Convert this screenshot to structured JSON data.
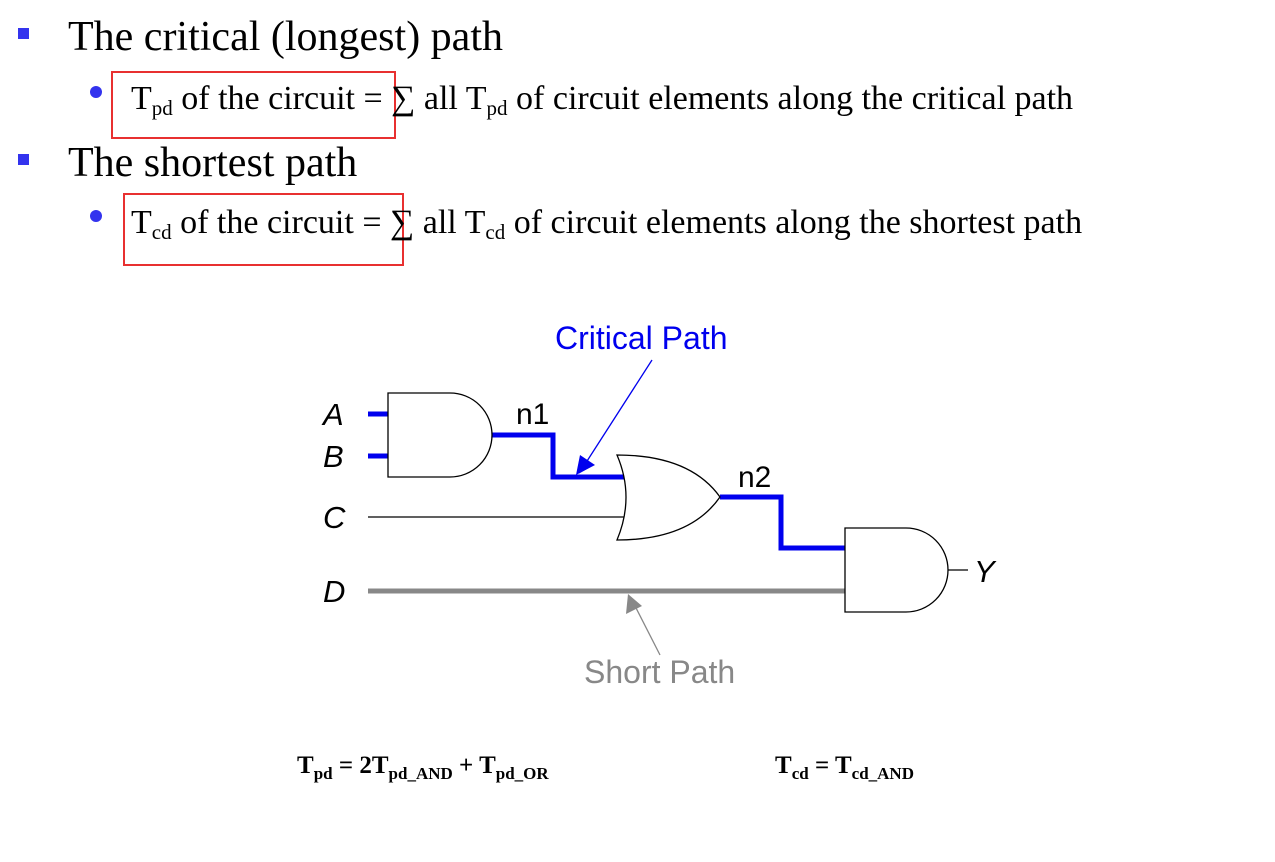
{
  "bullets": [
    {
      "text": "The critical (longest) path",
      "sub": {
        "sym": "T",
        "subscript": "pd",
        "boxed_rest": " of the circuit",
        "eq": " = ∑ all T",
        "subscript2": "pd",
        "tail": " of circuit elements along the critical path"
      }
    },
    {
      "text": "The shortest path",
      "sub": {
        "sym": "T",
        "subscript": "cd",
        "boxed_rest": " of the circuit",
        "eq": " = ∑ all T",
        "subscript2": "cd",
        "tail": " of circuit elements along the shortest path"
      }
    }
  ],
  "diagram": {
    "inputs": [
      "A",
      "B",
      "C",
      "D"
    ],
    "output": "Y",
    "nodes": [
      "n1",
      "n2"
    ],
    "critical_label": "Critical Path",
    "short_label": "Short Path",
    "colors": {
      "critical": "#0000ee",
      "short": "#888888",
      "highlight_box": "#e83030",
      "bullet": "#3333ee"
    }
  },
  "equations": {
    "tpd": {
      "lhs": "T",
      "lhs_sub": "pd",
      "mid1": " = 2T",
      "sub1": "pd_AND",
      "mid2": " + T",
      "sub2": "pd_OR"
    },
    "tcd": {
      "lhs": "T",
      "lhs_sub": "cd",
      "mid1": " = T",
      "sub1": "cd_AND"
    }
  }
}
